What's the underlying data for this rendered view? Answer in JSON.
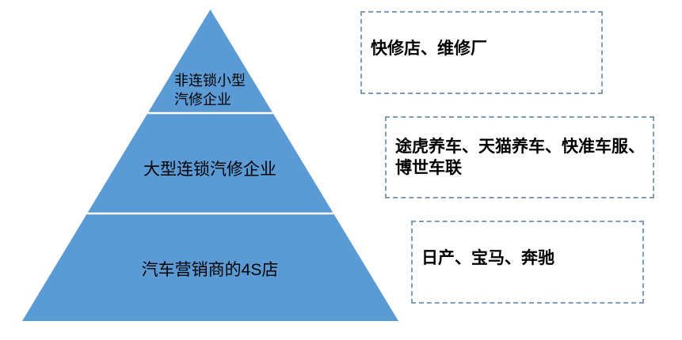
{
  "diagram": {
    "type": "pyramid",
    "pyramid": {
      "fill_color": "#5B9BD5",
      "divider_color": "#FFFFFF",
      "tiers": [
        {
          "level": 1,
          "label": "非连锁小型\n汽修企业"
        },
        {
          "level": 2,
          "label": "大型连锁汽修企业"
        },
        {
          "level": 3,
          "label": "汽车营销商的4S店"
        }
      ]
    },
    "callouts": [
      {
        "for_tier": 1,
        "text": "快修店、维修厂"
      },
      {
        "for_tier": 2,
        "text": "途虎养车、天猫养车、快准车服、\n博世车联"
      },
      {
        "for_tier": 3,
        "text": "日产、宝马、奔驰"
      }
    ],
    "callout_border_color": "#7F9DB9"
  }
}
